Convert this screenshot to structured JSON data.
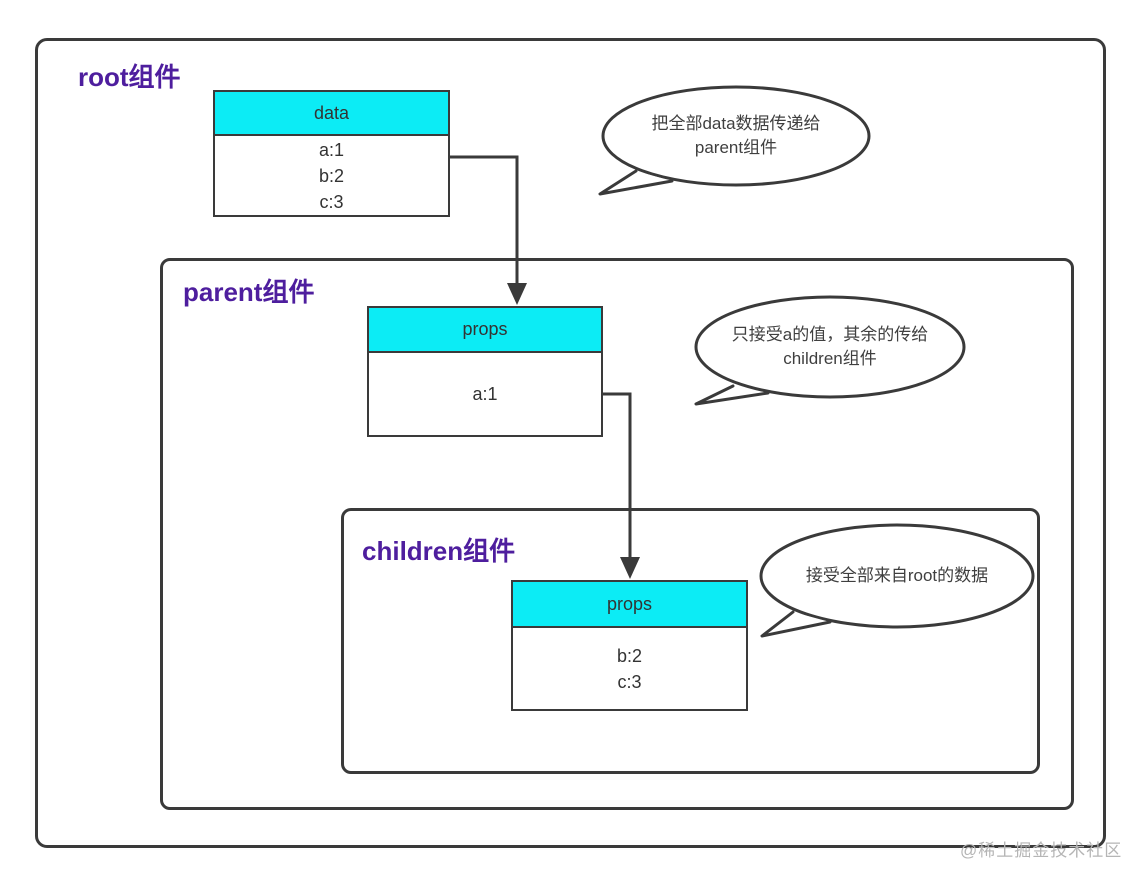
{
  "components": {
    "root": {
      "label": "root组件"
    },
    "parent": {
      "label": "parent组件"
    },
    "children": {
      "label": "children组件"
    }
  },
  "tables": {
    "data": {
      "header": "data",
      "rows": [
        "a:1",
        "b:2",
        "c:3"
      ]
    },
    "parent_props": {
      "header": "props",
      "rows": [
        "a:1"
      ]
    },
    "children_props": {
      "header": "props",
      "rows": [
        "b:2",
        "c:3"
      ]
    }
  },
  "bubbles": {
    "to_parent": {
      "text": "把全部data数据传递给\nparent组件"
    },
    "to_children": {
      "text": "只接受a的值，其余的传给\nchildren组件"
    },
    "from_root": {
      "text": "接受全部来自root的数据"
    }
  },
  "colors": {
    "header_cyan": "#0cecf5",
    "label_purple": "#4e1e9e",
    "line_dark": "#3a3a3a",
    "watermark_gray": "#b5b5b5"
  },
  "watermark": "@稀土掘金技术社区"
}
